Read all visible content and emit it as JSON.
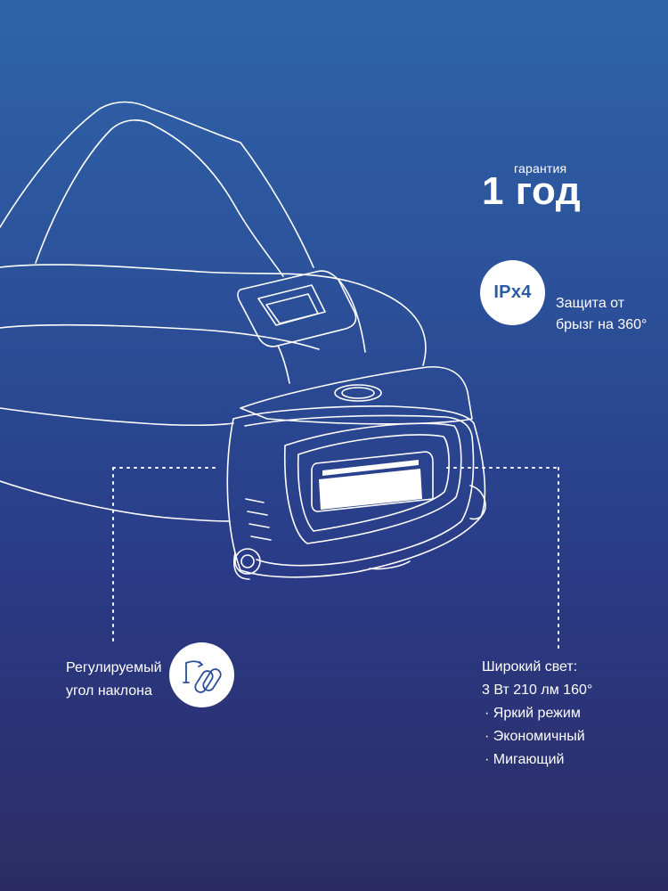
{
  "warranty": {
    "label": "гарантия",
    "value": "1 год"
  },
  "protection": {
    "badge": "IPx4",
    "description_line1": "Защита от",
    "description_line2": "брызг на 360°"
  },
  "tilt": {
    "icon": "tilt-angle-icon",
    "label_line1": "Регулируемый",
    "label_line2": "угол наклона"
  },
  "light": {
    "title": "Широкий свет:",
    "specs": "3 Вт 210 лм 160°",
    "modes": [
      "Яркий режим",
      "Экономичный",
      "Мигающий"
    ]
  },
  "colors": {
    "background_top": "#2f64aa",
    "background_bottom": "#2c2c63",
    "line_art": "#ffffff",
    "badge_text": "#2b5aa3"
  }
}
